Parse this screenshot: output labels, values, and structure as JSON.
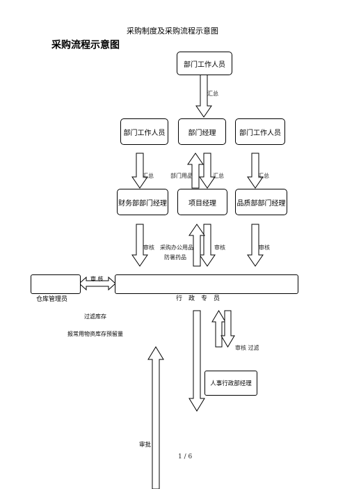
{
  "header": {
    "doc_title": "采购制度及采购流程示意图",
    "chart_title": "采购流程示意图"
  },
  "nodes": {
    "top_staff": "部门工作人员",
    "left_staff": "部门工作人员",
    "dept_manager": "部门经理",
    "right_staff": "部门工作人员",
    "finance_manager": "财务部部门经理",
    "project_manager": "项目经理",
    "quality_manager": "品质部部门经理",
    "warehouse_label": "仓库管理员",
    "admin_label": "行　政　专　员",
    "hr_manager": "人事行政部经理"
  },
  "edge_labels": {
    "summary_1": "汇总",
    "summary_left": "汇总",
    "dept_supplies": "部门用品",
    "summary_mid": "汇总",
    "summary_right": "汇总",
    "review_left": "审核",
    "purchase_office": "采购办公用品",
    "epidemic_drugs": "防暑药品",
    "review_mid": "审核",
    "review_right": "审核",
    "review_warehouse": "审 核",
    "filter_stock": "过滤库存",
    "report_stock": "报常用物资库存预留量",
    "review_filter": "审核 过滤",
    "approve": "审批"
  },
  "footer": {
    "page": "1 / 6"
  }
}
